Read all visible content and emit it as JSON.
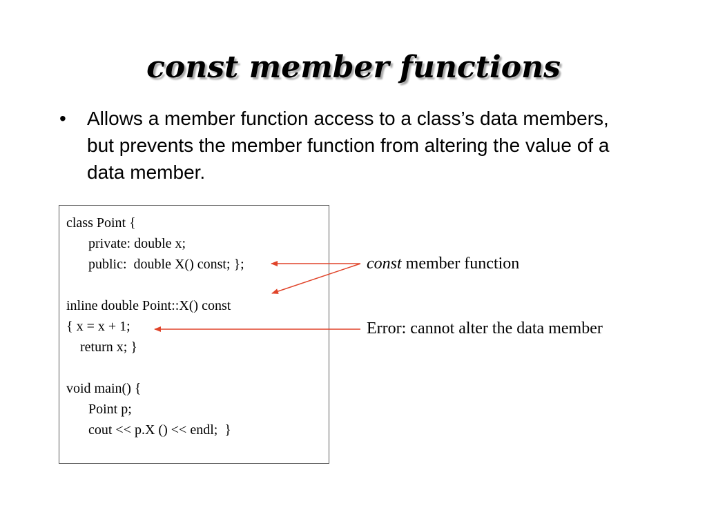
{
  "slide": {
    "title": "const member functions",
    "bullets": [
      {
        "marker": "•",
        "text": "Allows a member function access to a class’s data members, but prevents the member function from altering the value of a data member."
      }
    ]
  },
  "code": {
    "lines": [
      "class Point {",
      "private: double x;",
      "public:  double X() const; };",
      "inline double Point::X() const",
      "{ x = x + 1;",
      "return x; }",
      "void main() {",
      "Point p;",
      "cout << p.X () << endl;  }"
    ]
  },
  "annotations": {
    "const_fn_emphasis": "const",
    "const_fn_rest": " member function",
    "error_text": "Error: cannot alter the data member"
  },
  "colors": {
    "arrow": "#e0442a",
    "title_shadow": "#a8a8a8",
    "box_border": "#555555"
  }
}
